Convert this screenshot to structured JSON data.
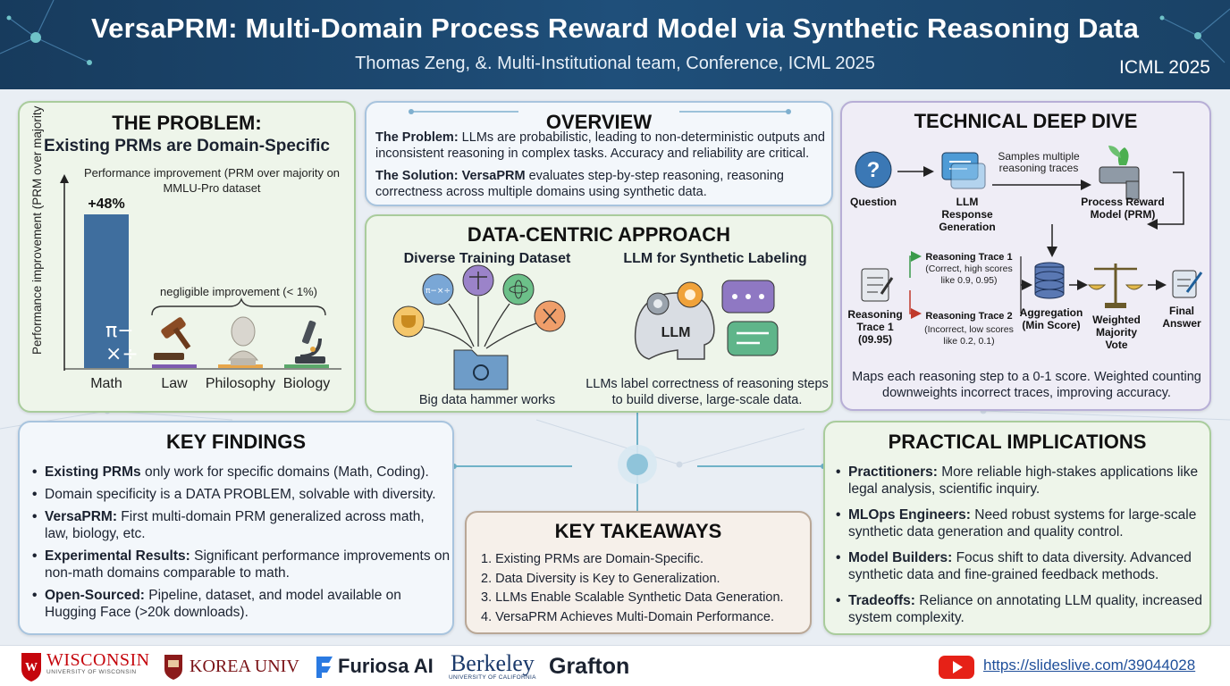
{
  "header": {
    "title": "VersaPRM: Multi-Domain Process Reward Model via Synthetic Reasoning Data",
    "authors": "Thomas Zeng, &. Multi-Institutional team,",
    "conference": "Conference, ICML 2025",
    "venue": "ICML 2025"
  },
  "problem": {
    "title": "THE PROBLEM:",
    "subtitle": "Existing PRMs are Domain-Specific",
    "caption": "Performance improvement (PRM over majority on MMLU-Pro dataset",
    "note": "negligible improvement (< 1%)",
    "math_glyph_1": "π−",
    "math_glyph_2": "×÷",
    "chart_data": {
      "type": "bar",
      "categories": [
        "Math",
        "Law",
        "Philosophy",
        "Biology"
      ],
      "values": [
        48,
        0.8,
        0.5,
        0.6
      ],
      "value_labels": [
        "+48%",
        "",
        "",
        ""
      ],
      "ylabel": "Performance improvement (PRM over majority vote)",
      "ylim": [
        0,
        60
      ],
      "bar_colors": [
        "#3f6e9e",
        "#7d5bb0",
        "#e7a64a",
        "#5aa86a"
      ]
    }
  },
  "overview": {
    "title": "OVERVIEW",
    "problem_label": "The Problem:",
    "problem_text": " LLMs are probabilistic, leading to non-deterministic outputs and inconsistent reasoning in complex tasks. Accuracy and reliability are critical.",
    "solution_label": "The Solution: VersaPRM",
    "solution_text": " evaluates step-by-step reasoning, reasoning correctness across multiple domains using synthetic data."
  },
  "datacentric": {
    "title": "DATA-CENTRIC APPROACH",
    "left_head": "Diverse Training Dataset",
    "left_caption": "Big data hammer works",
    "right_head": "LLM for Synthetic Labeling",
    "right_caption": "LLMs label correctness of reasoning steps to build diverse, large-scale data.",
    "llm_label": "LLM",
    "math_icon_text": "π−×÷"
  },
  "technical": {
    "title": "TECHNICAL DEEP DIVE",
    "question": "Question",
    "llm_gen": "LLM Response Generation",
    "samples": "Samples multiple reasoning traces",
    "prm": "Process Reward Model (PRM)",
    "trace_left": "Reasoning Trace 1 (09.95)",
    "trace1_title": "Reasoning Trace 1",
    "trace1_desc": "(Correct, high scores like 0.9, 0.95)",
    "trace2_title": "Reasoning Trace 2",
    "trace2_desc": "(Incorrect, low scores like 0.2, 0.1)",
    "aggregation": "Aggregation (Min Score)",
    "weighted": "Weighted Majority Vote",
    "final": "Final Answer",
    "footer": "Maps each reasoning step to a 0-1 score. Weighted counting downweights incorrect traces, improving accuracy."
  },
  "findings": {
    "title": "KEY FINDINGS",
    "items": [
      {
        "label": "Existing PRMs",
        "text": " only work for specific domains (Math, Coding)."
      },
      {
        "label": "",
        "text": "Domain specificity is a DATA PROBLEM, solvable with diversity."
      },
      {
        "label": "VersaPRM:",
        "text": " First multi-domain PRM generalized across math, law, biology, etc."
      },
      {
        "label": "Experimental Results:",
        "text": " Significant performance improvements on non-math domains comparable to math."
      },
      {
        "label": "Open-Sourced:",
        "text": " Pipeline, dataset, and model available on Hugging Face (>20k downloads)."
      }
    ]
  },
  "takeaways": {
    "title": "KEY TAKEAWAYS",
    "items": [
      "1. Existing PRMs are Domain-Specific.",
      "2. Data Diversity is Key to Generalization.",
      "3. LLMs Enable Scalable Synthetic Data Generation.",
      "4. VersaPRM Achieves Multi-Domain Performance."
    ]
  },
  "practical": {
    "title": "PRACTICAL IMPLICATIONS",
    "items": [
      {
        "label": "Practitioners:",
        "text": " More reliable high-stakes applications like legal analysis, scientific inquiry."
      },
      {
        "label": "MLOps Engineers:",
        "text": " Need robust systems for large-scale synthetic data generation and quality control."
      },
      {
        "label": "Model Builders:",
        "text": " Focus shift to data diversity. Advanced synthetic data and fine-grained feedback methods."
      },
      {
        "label": "Tradeoffs:",
        "text": " Reliance on annotating LLM quality, increased system complexity."
      }
    ]
  },
  "footer": {
    "wisconsin": "WISCONSIN",
    "wisconsin_sub": "UNIVERSITY OF WISCONSIN",
    "korea": "KOREA UNIV",
    "furiosa": "Furiosa AI",
    "berkeley": "Berkeley",
    "berkeley_sub": "UNIVERSITY OF CALIFORNIA",
    "grafton": "Grafton",
    "url": "https://slideslive.com/39044028"
  },
  "colors": {
    "header_bg": "#1f4f7a",
    "green_panel": "#eef5ea",
    "purple_panel": "#efedf6",
    "accent_blue": "#3f6e9e",
    "youtube_red": "#e62117"
  }
}
